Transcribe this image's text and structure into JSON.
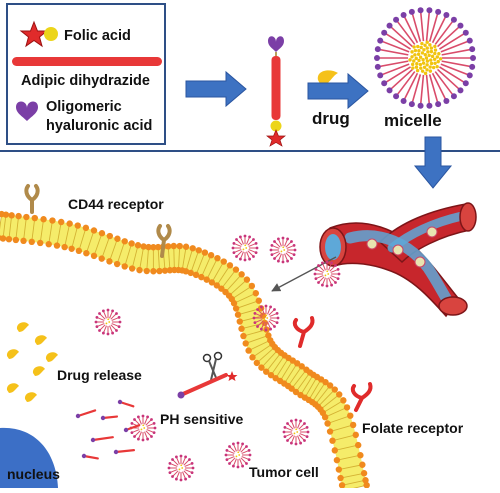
{
  "legend": {
    "folic_acid": "Folic acid",
    "adipic_dihydrazide": "Adipic dihydrazide",
    "oligomeric_line1": "Oligomeric",
    "oligomeric_line2": "hyaluronic acid"
  },
  "flow": {
    "drug": "drug",
    "micelle": "micelle"
  },
  "cell": {
    "cd44_receptor": "CD44 receptor",
    "drug_release": "Drug release",
    "ph_sensitive": "PH sensitive",
    "folate_receptor": "Folate receptor",
    "nucleus": "nucleus",
    "tumor_cell": "Tumor cell"
  },
  "colors": {
    "border": "#2e4f86",
    "arrow": "#3d72c2",
    "membrane_head": "#f08a1e",
    "membrane_tail": "#f5ec6a",
    "vessel": "#c7262c",
    "micelle_spoke": "#d94c6a",
    "micelle_core": "#f1c40f",
    "heart": "#7b3fa6",
    "nucleus": "#3c6fc6",
    "drug": "#f5c11a"
  }
}
